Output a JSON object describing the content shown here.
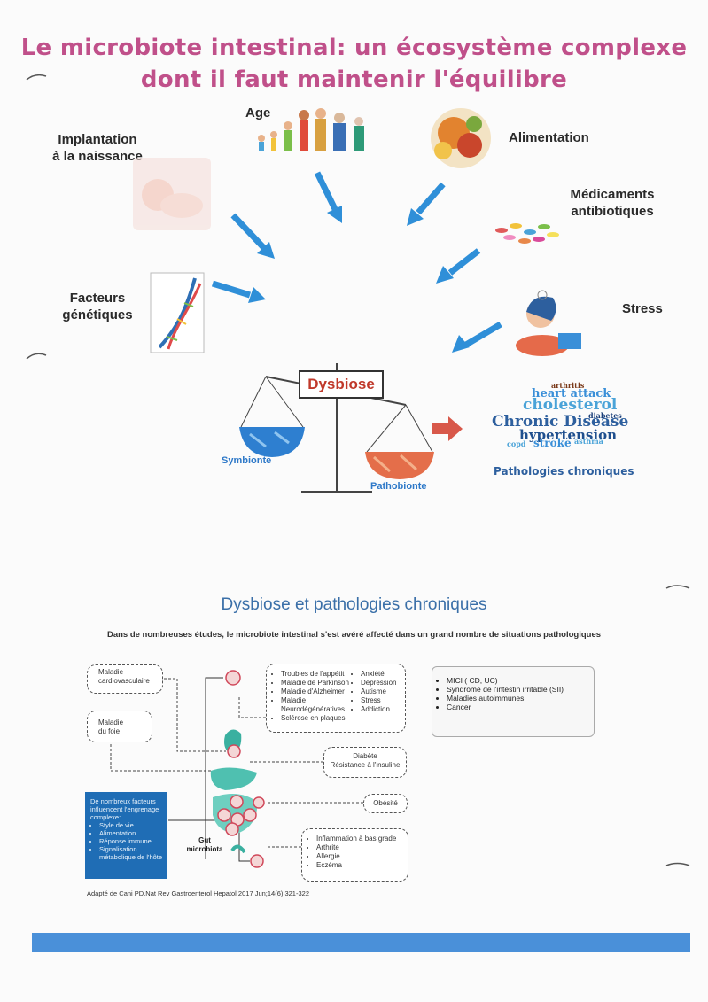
{
  "title": {
    "line1": "Le microbiote intestinal: un écosystème complexe",
    "line2": "dont il faut maintenir l'équilibre"
  },
  "factors": {
    "implantation": [
      "Implantation",
      "à la naissance"
    ],
    "age": "Age",
    "alimentation": "Alimentation",
    "medicaments": [
      "Médicaments",
      "antibiotiques"
    ],
    "genetiques": [
      "Facteurs",
      "génétiques"
    ],
    "stress": "Stress"
  },
  "balance": {
    "dysbiose": "Dysbiose",
    "symbionte": "Symbionte",
    "pathobionte": "Pathobionte"
  },
  "wordcloud": {
    "arthritis": "arthritis",
    "heart_attack": "heart attack",
    "cholesterol": "cholesterol",
    "diabetes": "diabetes",
    "chronic_disease": "Chronic Disease",
    "hypertension": "hypertension",
    "copd": "copd",
    "stroke": "stroke",
    "asthma": "asthma",
    "caption": "Pathologies chroniques"
  },
  "section2": {
    "title": "Dysbiose et pathologies chroniques",
    "subtitle": "Dans de nombreuses études, le microbiote intestinal s'est avéré affecté dans un grand nombre de situations pathologiques",
    "maladie_cardio": [
      "Maladie",
      "cardiovasculaire"
    ],
    "maladie_foie": [
      "Maladie",
      "du foie"
    ],
    "brain_col1": [
      "Troubles de l'appétit",
      "Maladie de Parkinson",
      "Maladie d'Alzheimer",
      "Maladie Neurodégénératives",
      "Sclérose en plaques"
    ],
    "brain_col2": [
      "Anxiété",
      "Dépression",
      "Autisme",
      "Stress",
      "Addiction"
    ],
    "diabete": [
      "Diabète",
      "Résistance à l'insuline"
    ],
    "obesite": "Obésité",
    "inflammation": [
      "Inflammation à bas grade",
      "Arthrite",
      "Allergie",
      "Eczéma"
    ],
    "right_box": [
      "MICI ( CD, UC)",
      "Syndrome de l'intestin irritable (SII)",
      "Maladies autoimmunes",
      "Cancer"
    ],
    "blue_box_intro": "De nombreux facteurs influencent l'engrenage complexe:",
    "blue_box_items": [
      "Style de vie",
      "Alimentation",
      "Réponse immune",
      "Signalisation métabolique de l'hôte"
    ],
    "gut_label": [
      "Gut",
      "microbiota"
    ],
    "citation": "Adapté de Cani PD.Nat Rev Gastroenterol Hepatol 2017 Jun;14(6):321-322"
  },
  "colors": {
    "title": "#c0508a",
    "arrow_blue": "#2f8fd8",
    "arrow_red": "#d8584a",
    "dysbiose": "#c0392b",
    "bottom_bar": "#4a90d9",
    "wordcloud_blue": "#2d5f9e"
  }
}
